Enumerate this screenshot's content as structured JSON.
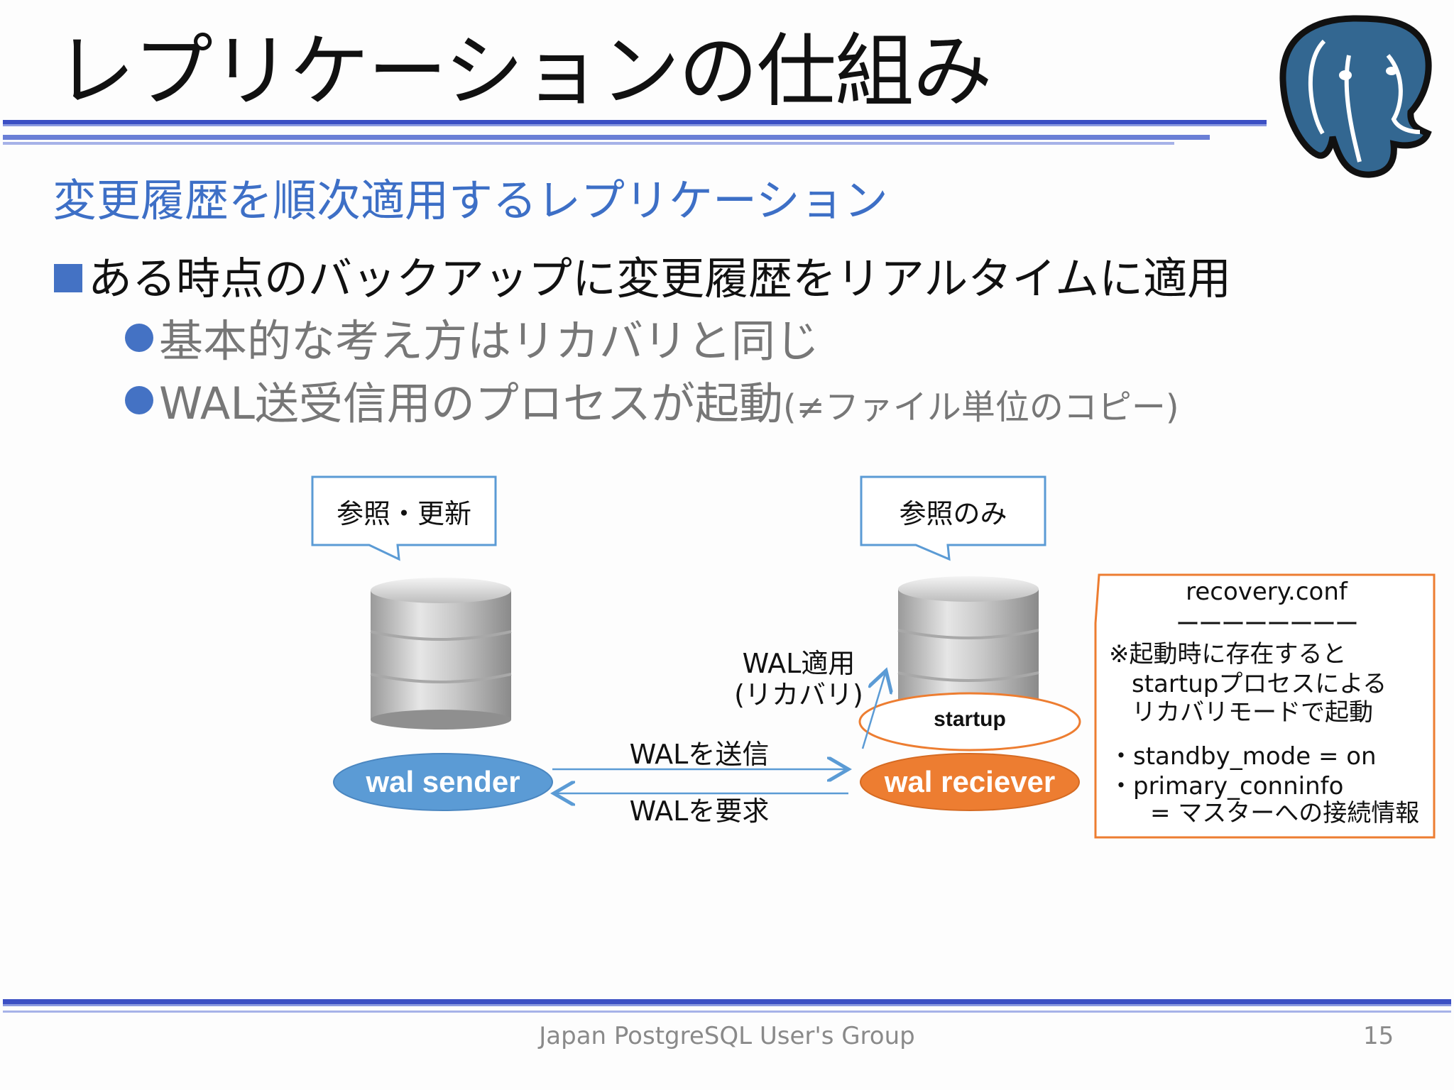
{
  "title": "レプリケーションの仕組み",
  "subtitle": "変更履歴を順次適用するレプリケーション",
  "bullets": {
    "main": "ある時点のバックアップに変更履歴をリアルタイムに適用",
    "sub1": "基本的な考え方はリカバリと同じ",
    "sub2_main": "WAL送受信用のプロセスが起動",
    "sub2_note": "(≠ファイル単位のコピー)"
  },
  "diagram": {
    "primary_callout": "参照・更新",
    "standby_callout": "参照のみ",
    "wal_sender": "wal sender",
    "wal_receiver": "wal reciever",
    "startup": "startup",
    "wal_apply_line1": "WAL適用",
    "wal_apply_line2": "(リカバリ)",
    "send_label": "WALを送信",
    "request_label": "WALを要求",
    "colors": {
      "sender": "#5b9bd5",
      "receiver": "#ed7d31",
      "callout_border": "#5b9bd5",
      "conf_border": "#ed7d31"
    }
  },
  "recovery_conf": {
    "title": "recovery.conf",
    "divider": "ーーーーーーーー",
    "note1": "※起動時に存在すると",
    "note2": "startupプロセスによる",
    "note3": "リカバリモードで起動",
    "param1": "・standby_mode = on",
    "param2": "・primary_conninfo",
    "param3": "= マスターへの接続情報"
  },
  "footer": {
    "org": "Japan PostgreSQL User's Group",
    "page": "15"
  },
  "logo": {
    "icon": "postgresql-elephant-icon"
  }
}
